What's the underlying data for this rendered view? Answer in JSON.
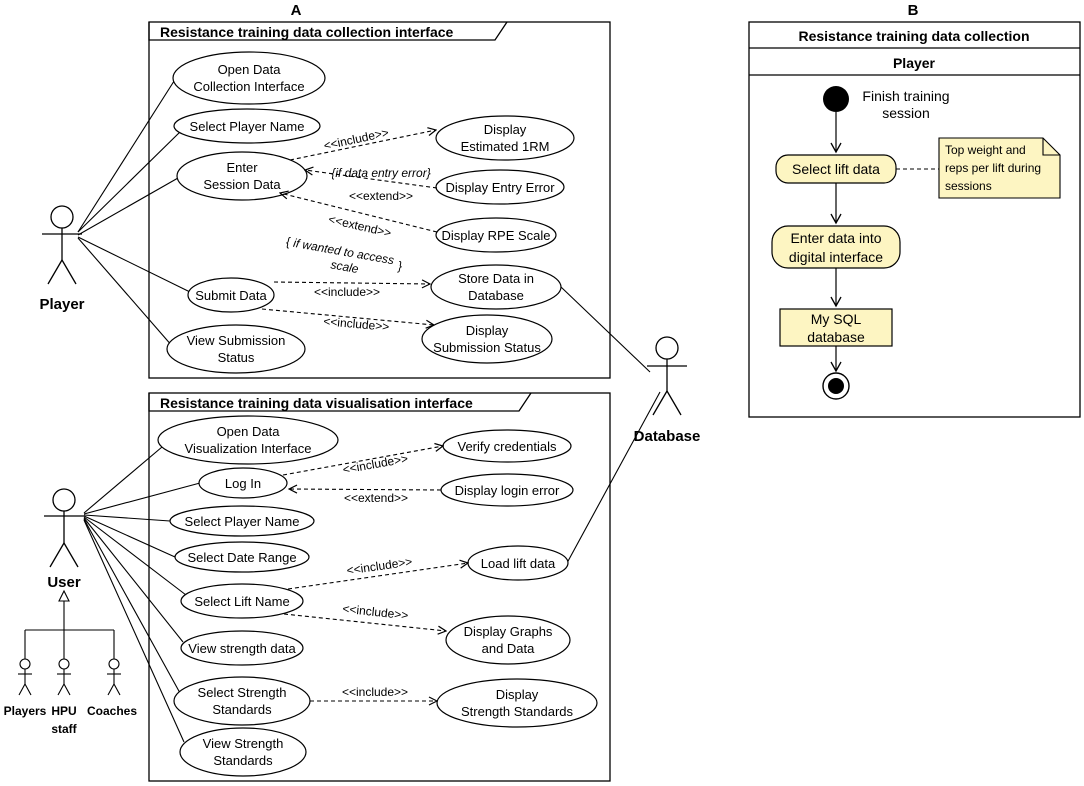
{
  "panel_a": {
    "letter": "A",
    "collection": {
      "title": "Resistance training data collection interface",
      "actor_player": "Player",
      "actor_database": "Database",
      "uc_open": [
        "Open Data",
        "Collection Interface"
      ],
      "uc_select_player": "Select Player Name",
      "uc_enter": [
        "Enter",
        "Session Data"
      ],
      "uc_submit": "Submit Data",
      "uc_view_status": [
        "View Submission",
        "Status"
      ],
      "uc_display_1rm": [
        "Display",
        "Estimated 1RM"
      ],
      "uc_entry_error": "Display Entry Error",
      "uc_rpe": "Display RPE Scale",
      "uc_store": [
        "Store Data in",
        "Database"
      ],
      "uc_display_status": [
        "Display",
        "Submission Status"
      ],
      "rel_include_1rm": "<<include>>",
      "guard_entry_error": "if data entry error",
      "rel_extend_error": "<<extend>>",
      "rel_extend_rpe": "<<extend>>",
      "guard_rpe": [
        "if wanted to access",
        "scale"
      ],
      "rel_include_store": "<<include>>",
      "rel_include_status": "<<include>>"
    },
    "visualisation": {
      "title": "Resistance training data visualisation interface",
      "actor_user": "User",
      "sub_players": "Players",
      "sub_hpu": [
        "HPU",
        "staff"
      ],
      "sub_coaches": "Coaches",
      "uc_open": [
        "Open Data",
        "Visualization Interface"
      ],
      "uc_login": "Log In",
      "uc_select_player": "Select Player Name",
      "uc_select_date": "Select Date Range",
      "uc_select_lift": "Select Lift Name",
      "uc_view_strength": "View strength data",
      "uc_select_standards": [
        "Select Strength",
        "Standards"
      ],
      "uc_view_standards": [
        "View Strength",
        "Standards"
      ],
      "uc_verify": "Verify credentials",
      "uc_login_error": "Display login error",
      "uc_load_lift": "Load lift data",
      "uc_graphs": [
        "Display Graphs",
        "and Data"
      ],
      "uc_display_standards": [
        "Display",
        "Strength Standards"
      ],
      "rel_include_verify": "<<include>>",
      "rel_extend_login": "<<extend>>",
      "rel_include_load": "<<include>>",
      "rel_include_graphs": "<<include>>",
      "rel_include_standards": "<<include>>"
    }
  },
  "panel_b": {
    "letter": "B",
    "title": "Resistance training data collection",
    "lane": "Player",
    "start_label": [
      "Finish training",
      "session"
    ],
    "action_select": "Select lift data",
    "action_enter": [
      "Enter data into",
      "digital interface"
    ],
    "datastore": [
      "My SQL",
      "database"
    ],
    "note": [
      "Top weight and",
      "reps per lift during",
      "sessions"
    ],
    "colors": {
      "action_fill": "#fdf5c2",
      "note_fill": "#fdf5c2"
    }
  }
}
